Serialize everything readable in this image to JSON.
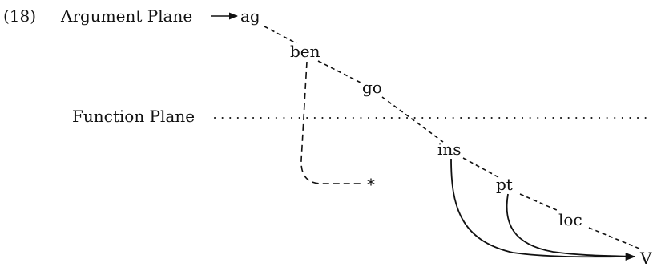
{
  "diagram": {
    "example_number": "(18)",
    "argument_plane_label": "Argument Plane",
    "function_plane_label": "Function Plane",
    "roles": {
      "ag": "ag",
      "ben": "ben",
      "go": "go",
      "ins": "ins",
      "pt": "pt",
      "loc": "loc"
    },
    "star": "*",
    "verb": "V"
  }
}
